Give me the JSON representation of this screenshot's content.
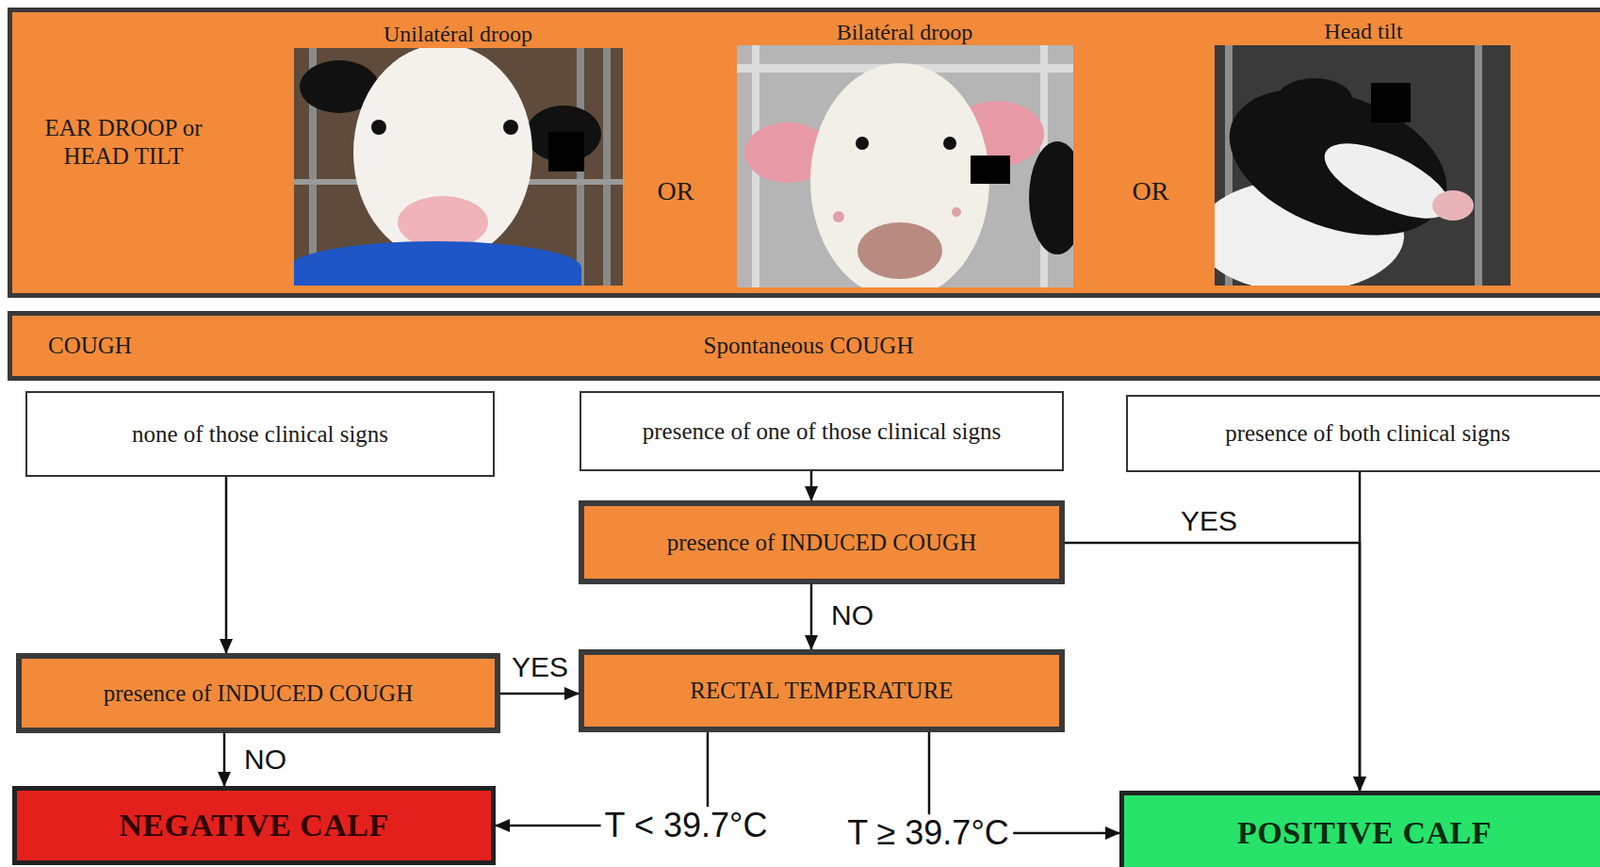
{
  "diagram": {
    "nodes": [
      {
        "text": [
          "EAR DROOP or HEAD TILT"
        ]
      },
      {
        "text": [
          "COUGH",
          "Spontaneous COUGH"
        ]
      },
      {
        "text": [
          "none of those clinical signs"
        ]
      },
      {
        "text": [
          "presence of one of those clinical signs"
        ]
      },
      {
        "text": [
          "presence of both clinical signs"
        ]
      },
      {
        "text": [
          "presence of INDUCED COUGH"
        ]
      },
      {
        "text": [
          "presence of INDUCED COUGH"
        ]
      },
      {
        "text": [
          "RECTAL TEMPERATURE"
        ]
      },
      {
        "text": [
          "NEGATIVE CALF"
        ]
      },
      {
        "text": [
          "POSITIVE CALF"
        ]
      }
    ],
    "edges": [
      {
        "from": 2,
        "to": 6,
        "arrow": "to"
      },
      {
        "from": 3,
        "to": 5,
        "arrow": "to"
      },
      {
        "from": 5,
        "to": 9,
        "label": "YES",
        "arrow": "to"
      },
      {
        "from": 4,
        "to": 9,
        "arrow": "to"
      },
      {
        "from": 5,
        "to": 7,
        "label": "NO",
        "arrow": "to"
      },
      {
        "from": 6,
        "to": 7,
        "label": "YES",
        "arrow": "to"
      },
      {
        "from": 6,
        "to": 8,
        "label": "NO",
        "arrow": "to"
      },
      {
        "from": 7,
        "to": 8,
        "label": "T < 39.7°C",
        "arrow": "to"
      },
      {
        "from": 7,
        "to": 9,
        "label": "T ≥ 39.7°C",
        "arrow": "to"
      }
    ],
    "labels": [
      "Unilatéral droop",
      "Bilatéral droop",
      "Head tilt",
      "OR",
      "OR"
    ]
  }
}
